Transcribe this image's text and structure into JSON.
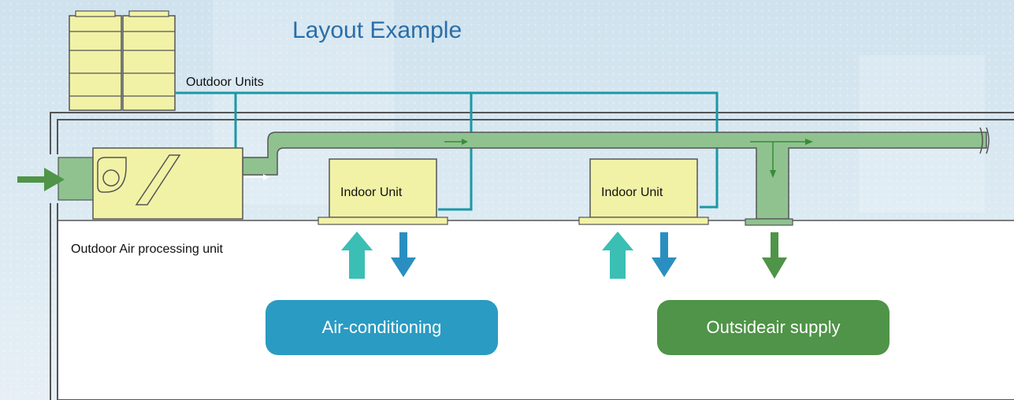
{
  "title": "Layout Example",
  "labels": {
    "outdoor_units": "Outdoor Units",
    "outdoor_air_processing_unit": "Outdoor Air processing unit",
    "indoor_unit_1": "Indoor Unit",
    "indoor_unit_2": "Indoor Unit"
  },
  "buttons": {
    "air_conditioning": "Air-conditioning",
    "outside_air_supply": "Outsideair supply"
  },
  "colors": {
    "title": "#2a6ea8",
    "unit_fill": "#f1f2a6",
    "duct_fill": "#8fc28f",
    "pipe": "#1a98a8",
    "arrow_green": "#4f9448",
    "arrow_teal": "#3bbfb5",
    "arrow_blue": "#2a8fc0",
    "air_conditioning": "#2a9bc2",
    "outside_air_supply": "#4f9448"
  }
}
